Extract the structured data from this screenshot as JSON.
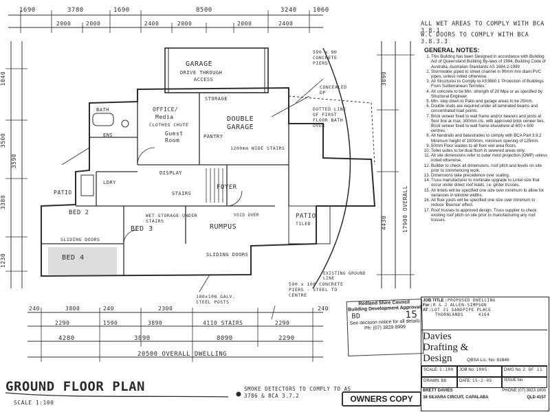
{
  "header_notes": [
    "ALL WET AREAS TO COMPLY WITH BCA 3.8.1",
    "W.C DOORS TO COMPLY WITH BCA 3.8.3.3"
  ],
  "general_notes": {
    "title": "GENERAL NOTES:",
    "items": [
      "This Building has been Designed in accordance with Building Act of Queensland Building By-laws of 1994, Building Code of Australia, Australian Standards AS 1684.2-1999",
      "Stormwater piped to street channel in 90mm min diam PVC pipes, unless noted otherwise.",
      "All Structures to Comply to AS3660.1 'Protection of Buildings From Subterranean Termites.'",
      "All concrete to be Min. strength of 20 Mpa or as specified by Structural Engineer.",
      "Min. step down to Patio and garage areas to be 25mm.",
      "Double studs are required under all laminated beams and concentrated load points.",
      "Brick veneer fixed to wall frame and/or bearers and joists at floor line at max. 300mm cts, with approved brick veneer ties. Brick veneer fixed to wall frame elsewhere at 600 x 600 centres.",
      "All handrails and balustrades to comply with BCA Part 3.9.2 Minimum height of 1000mm, minimum opening of 125mm.",
      "50mm Floor wastes to all floor wet area floors.",
      "Toilet suites to be dual flush in sewered areas only.",
      "All site dimensions refer to outer most projection (OMP) unless noted otherwise.",
      "Builder to check all dimensions, roof pitch and levels on site prior to commencing work.",
      "Dimensions take precedence over scaling.",
      "Truss manufacturer to nominate upgrade to Lintel size that occur under direct roof loads, i.e. girder trusses.",
      "All lintels will be specified one size over minimum to allow for variances in window widths.",
      "All floor joists will be specified one size over minimum to reduce 'Bounce' effect.",
      "Roof trusses to approved design. Truss supplier to check existing roof pitch on site prior to manufacturing any roof trusses."
    ]
  },
  "job": {
    "title_label": "JOB TITLE :",
    "title_value": "PROPOSED DWELLING",
    "for_label": "For :",
    "for_value": "R & J ALLEN-SIMPSON",
    "at_label": "AT :",
    "at_value": "LOT 31 SANDPIPE PLACE",
    "suburb": "THORNLANDS",
    "postcode": "4164"
  },
  "firm": {
    "name_line1": "Davies",
    "name_line2": "Drafting &",
    "name_line3": "Design",
    "licence": "QBSA Lic. No. 81846",
    "scale_label": "SCALE:",
    "scale_value": "1:100",
    "job_no_label": "JOB No:",
    "job_no_value": "1005",
    "dwg_no_label": "DWG No:",
    "dwg_no_value": "2 OF 11",
    "drawn_label": "DRAWN:",
    "drawn_value": "BD",
    "date_label": "DATE:",
    "date_value": "15-2-05",
    "issue_label": "ISSUE No:",
    "owner": "BRETT DAVIES",
    "phone": "PHONE (07) 3823 1600",
    "address": "38 SILVARA CIRCUIT, CAPALABA",
    "state": "QLD 4157"
  },
  "stamp": {
    "line1": "Redland Shire Council",
    "line2": "Building Development Approval",
    "line3": "See decision notice for all details",
    "line4": "Ph: (07) 3829 8999",
    "initials": "BD",
    "number": "15"
  },
  "owners_copy": "OWNERS COPY",
  "plan_title": "GROUND FLOOR PLAN",
  "plan_scale": "SCALE 1:100",
  "smoke_note": "SMOKE DETECTORS TO COMPLY TO AS 3786 & BCA 3.7.2",
  "rooms": [
    "GARAGE",
    "DRIVE THROUGH",
    "ACCESS",
    "DOUBLE",
    "GARAGE",
    "OFFICE/",
    "Media",
    "Guest",
    "Room",
    "BED 2",
    "BED 3",
    "BED 4",
    "RUMPUS",
    "FOYER",
    "PATIO",
    "PATIO",
    "BATH",
    "ENS",
    "DISPLAY",
    "STORAGE",
    "PANTRY",
    "STAIRS",
    "LDRY",
    "SLIDING DOORS",
    "VOID OVER"
  ],
  "top_dims": [
    "1690",
    "3780",
    "1690",
    "8500",
    "3240",
    "1060"
  ],
  "top_sub_dims": [
    "2000",
    "2000",
    "2400",
    "2000",
    "2000",
    "2400"
  ],
  "bottom_dims_row1": [
    "240",
    "3800",
    "240",
    "2300",
    "240"
  ],
  "bottom_dims_row2": [
    "2290",
    "1590",
    "3890",
    "4110 STAIRS",
    "2290"
  ],
  "bottom_dims_row3": [
    "4280",
    "3890",
    "8090",
    "2290"
  ],
  "overall_dim": "20500 OVERALL DWELLING",
  "right_dims": [
    "3090",
    "4430",
    "17900 OVERALL"
  ],
  "left_dims": [
    "1040",
    "3500",
    "3380",
    "3590",
    "1230"
  ],
  "annotations": [
    "590 x 90 CONCRETE PIERS",
    "CONCEALED DP",
    "DOTTED LINE OF FIRST FLOOR BATH OVER",
    "1200mm WIDE STAIRS",
    "CLOTHES CHUTE",
    "WET STORAGE UNDER STAIRS",
    "100x100 GALV. STEEL POSTS",
    "590 x 100 CONCRETE PIERS - STEEL TO CENTRE",
    "EXISTING GROUND LINE",
    "SLIDING DOORS",
    "TILED"
  ]
}
